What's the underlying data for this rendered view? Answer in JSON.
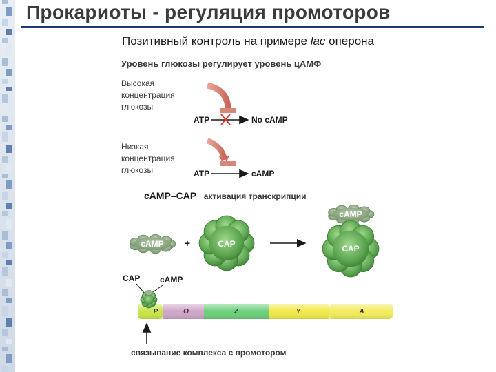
{
  "slide": {
    "title": "Прокариоты - регуляция промоторов",
    "subtitle_pre": "Позитивный контроль на примере ",
    "subtitle_italic": "lac",
    "subtitle_post": " оперона"
  },
  "glucose_section": {
    "heading": "Уровень глюкозы регулирует уровень цАМФ",
    "high": {
      "label_lines": [
        "Высокая",
        "концентрация",
        "глюкозы"
      ],
      "substrate": "ATP",
      "product": "No cAMP",
      "blocked": true
    },
    "low": {
      "label_lines": [
        "Низкая",
        "концентрация",
        "глюкозы"
      ],
      "substrate": "ATP",
      "product": "cAMP",
      "blocked": false
    }
  },
  "complex_section": {
    "heading_bold": "cAMP–CAP",
    "heading_rest": "активация транскрипции",
    "camp_label": "cAMP",
    "plus": "+",
    "cap_label": "CAP",
    "result_camp_label": "cAMP",
    "result_cap_label": "CAP"
  },
  "dna_section": {
    "cap_label": "CAP",
    "camp_label": "cAMP",
    "segments": [
      {
        "label": "P",
        "color": "#c8e44a"
      },
      {
        "label": "O",
        "color": "#cfa6c9"
      },
      {
        "label": "Z",
        "color": "#6ccf7a"
      },
      {
        "label": "Y",
        "color": "#f2e94a"
      },
      {
        "label": "A",
        "color": "#f2ec5c"
      }
    ],
    "caption": "связывание комплекса с промотором"
  },
  "colors": {
    "title_rule": "#1c3b73",
    "inhibitor_arm": "#d9867a",
    "cross_mark": "#e0392b",
    "cap_green": "#5fa852",
    "camp_green": "#88a87a"
  }
}
